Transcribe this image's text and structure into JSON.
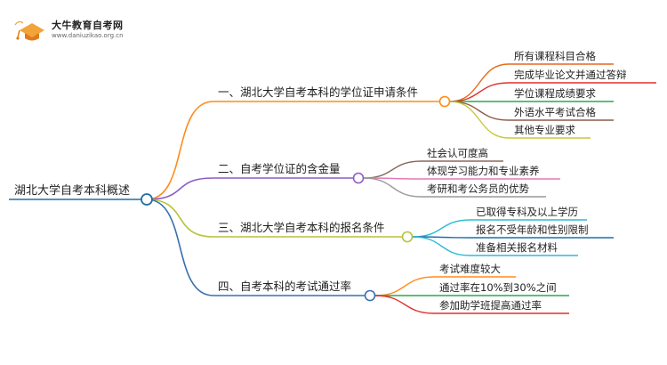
{
  "logo": {
    "name": "大牛教育自考网",
    "url": "www.daniuzikao.org.cn"
  },
  "root": {
    "label": "湖北大学自考本科概述",
    "color": "#1f6fa8"
  },
  "branches": [
    {
      "label": "一、湖北大学自考本科的学位证申请条件",
      "color": "#ff8c1a",
      "children": [
        {
          "label": "所有课程科目合格",
          "color": "#e36a1e"
        },
        {
          "label": "完成毕业论文并通过答辩",
          "color": "#e0312b"
        },
        {
          "label": "学位课程成绩要求",
          "color": "#2aa84a"
        },
        {
          "label": "外语水平考试合格",
          "color": "#8b5a4a"
        },
        {
          "label": "其他专业要求",
          "color": "#c8c83a"
        }
      ]
    },
    {
      "label": "二、自考学位证的含金量",
      "color": "#8e5cc5",
      "children": [
        {
          "label": "社会认可度高",
          "color": "#8a6a5a"
        },
        {
          "label": "体现学习能力和专业素养",
          "color": "#e07ab8"
        },
        {
          "label": "考研和考公务员的优势",
          "color": "#9a9a9a"
        }
      ]
    },
    {
      "label": "三、湖北大学自考本科的报名条件",
      "color": "#b8c23a",
      "children": [
        {
          "label": "已取得专科及以上学历",
          "color": "#2bbcd4"
        },
        {
          "label": "报名不受年龄和性别限制",
          "color": "#1f6fa8"
        },
        {
          "label": "准备相关报名材料",
          "color": "#2bbcd4"
        }
      ]
    },
    {
      "label": "四、自考本科的考试通过率",
      "color": "#3a6fb0",
      "children": [
        {
          "label": "考试难度较大",
          "color": "#ff8c1a"
        },
        {
          "label": "通过率在10%到30%之间",
          "color": "#2aa84a"
        },
        {
          "label": "参加助学班提高通过率",
          "color": "#e0312b"
        }
      ]
    }
  ]
}
